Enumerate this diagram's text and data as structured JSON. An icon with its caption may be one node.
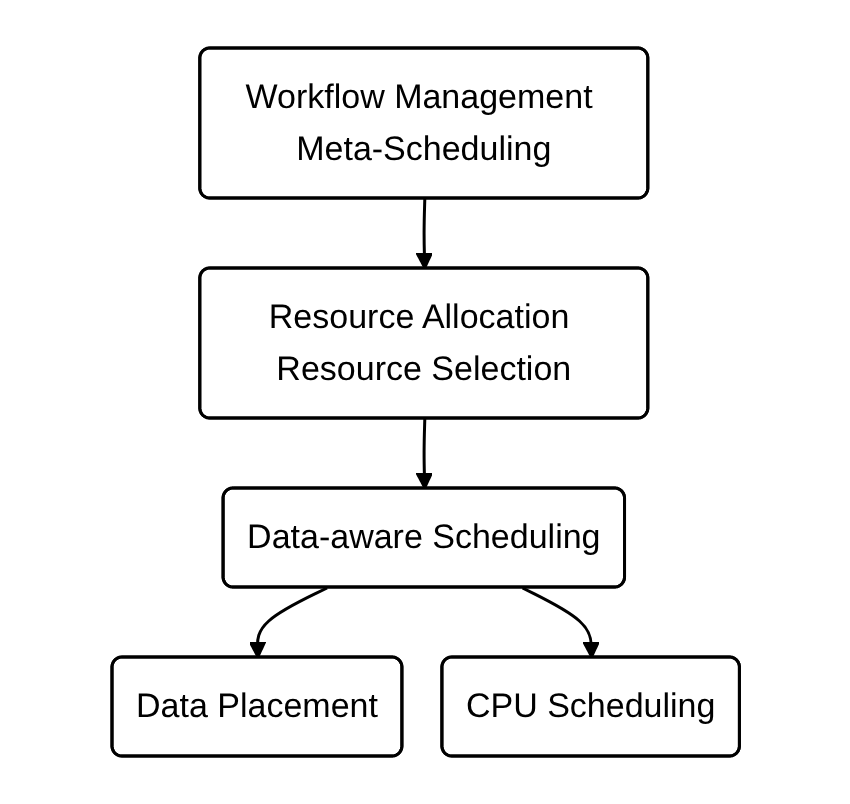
{
  "diagram": {
    "nodes": [
      {
        "text": [
          "Workflow Management Meta-Scheduling"
        ]
      },
      {
        "text": [
          "Resource Allocation Resource Selection"
        ]
      },
      {
        "text": [
          "Data-aware Scheduling"
        ]
      },
      {
        "text": [
          "Data Placement"
        ]
      },
      {
        "text": [
          "CPU Scheduling"
        ]
      }
    ],
    "edges": [
      {
        "from": 0,
        "to": 1,
        "arrow": "to"
      },
      {
        "from": 1,
        "to": 2,
        "arrow": "to"
      },
      {
        "from": 2,
        "to": 3,
        "arrow": "to"
      },
      {
        "from": 2,
        "to": 4,
        "arrow": "to"
      }
    ]
  }
}
